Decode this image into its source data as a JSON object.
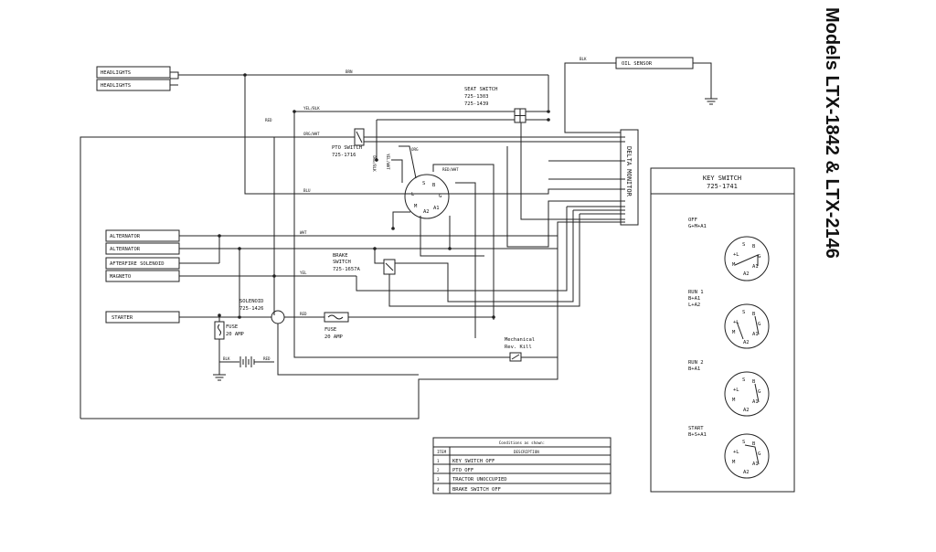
{
  "title": "Models LTX-1842 & LTX-2146",
  "components": {
    "headlights_1": "HEADLIGHTS",
    "headlights_2": "HEADLIGHTS",
    "alternator_1": "ALTERNATOR",
    "alternator_2": "ALTERNATOR",
    "afterfire_solenoid": "AFTERFIRE SOLENOID",
    "magneto": "MAGNETO",
    "starter": "STARTER",
    "oil_sensor": "OIL SENSOR",
    "delta_monitor": "DELTA MONITOR",
    "seat_switch": "SEAT SWITCH",
    "seat_switch_parts": [
      "725-1303",
      "725-1439"
    ],
    "pto_switch": "PTO SWITCH",
    "pto_switch_part": "725-1716",
    "brake_switch": "BRAKE",
    "brake_switch_line2": "SWITCH",
    "brake_switch_part": "725-1657A",
    "solenoid": "SOLENOID",
    "solenoid_part": "725-1426",
    "fuse_left": "FUSE",
    "fuse_left_rating": "20 AMP",
    "fuse_right": "FUSE",
    "fuse_right_rating": "20 AMP",
    "mechanical": "Mechanical",
    "rev_kill": "Rev. Kill"
  },
  "wire_colors": {
    "brn": "BRN",
    "blk_oil": "BLK",
    "red_top": "RED",
    "yel_blk": "YEL/BLK",
    "org_wht": "ORG/WHT",
    "blu": "BLU",
    "wht": "WHT",
    "yel": "YEL",
    "red_mid": "RED",
    "blk_bottom": "BLK",
    "red_bottom": "RED",
    "yel_wht": "YEL/WHT",
    "org_blk": "ORG/BLK",
    "org": "ORG",
    "red_wht": "RED/WHT"
  },
  "ignition_terminals": [
    "S",
    "B",
    "G",
    "L",
    "M",
    "A2",
    "A1"
  ],
  "key_switch": {
    "title": "KEY SWITCH",
    "part": "725-1741",
    "positions": [
      {
        "name": "OFF",
        "desc": "G+M+A1"
      },
      {
        "name": "RUN 1",
        "desc": "B+A1",
        "desc2": "L+A2"
      },
      {
        "name": "RUN 2",
        "desc": "B+A1"
      },
      {
        "name": "START",
        "desc": "B+S+A1"
      }
    ]
  },
  "conditions_table": {
    "caption": "Conditions as shown:",
    "headers": [
      "ITEM",
      "DESCRIPTION"
    ],
    "rows": [
      {
        "item": "1",
        "description": "KEY SWITCH OFF"
      },
      {
        "item": "2",
        "description": "PTO OFF"
      },
      {
        "item": "3",
        "description": "TRACTOR UNOCCUPIED"
      },
      {
        "item": "4",
        "description": "BRAKE SWITCH OFF"
      }
    ]
  }
}
